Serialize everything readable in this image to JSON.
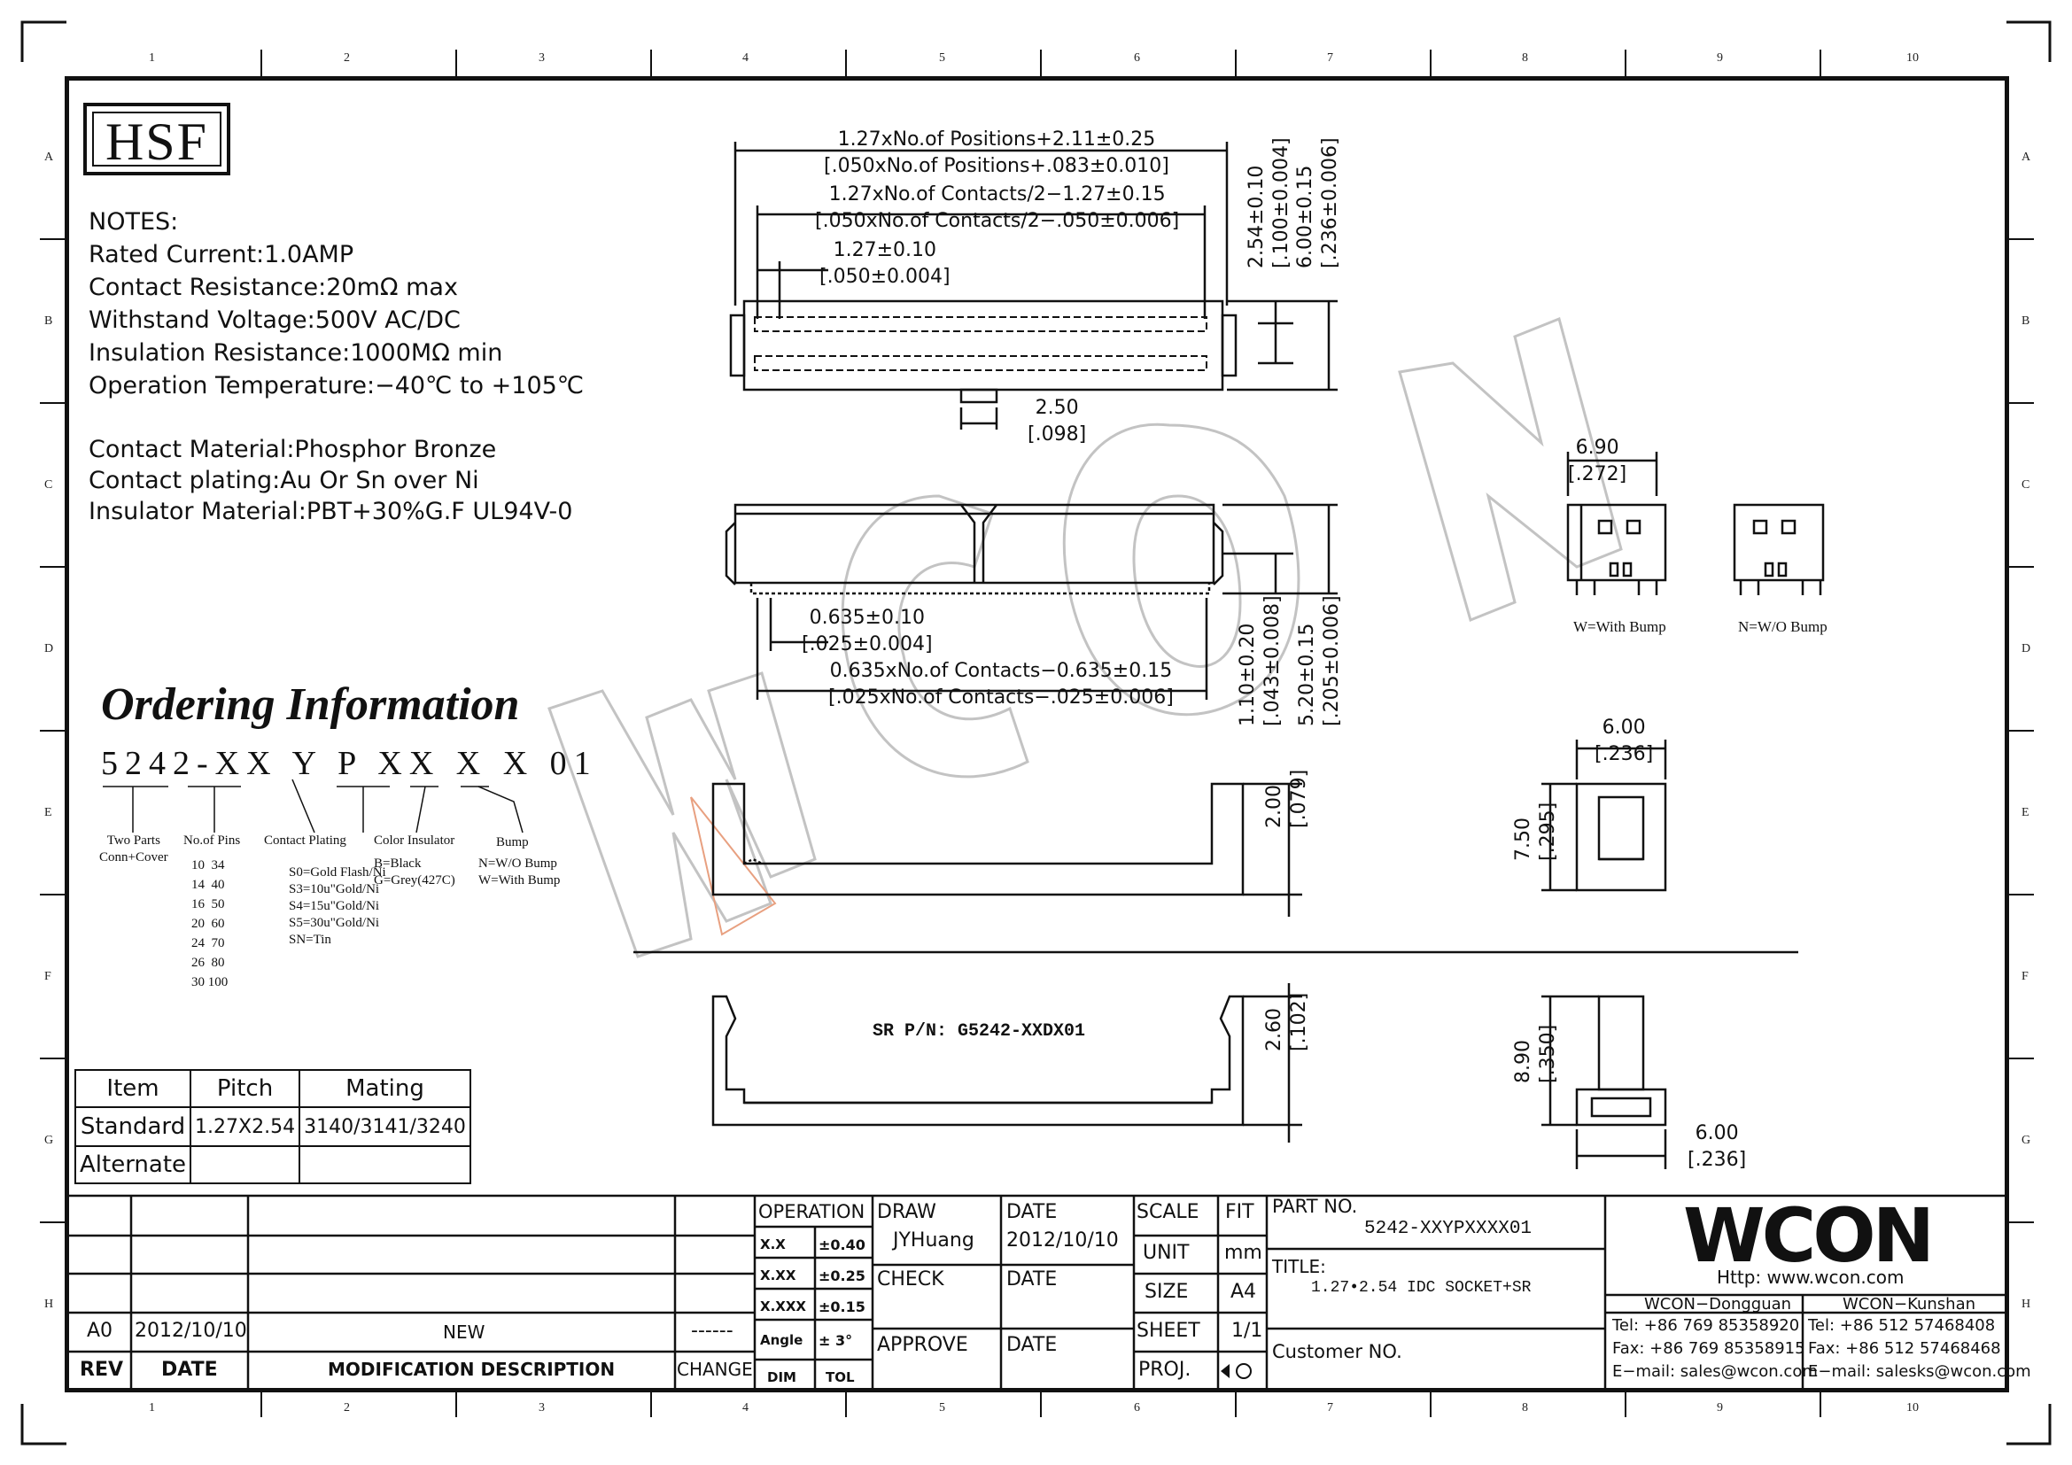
{
  "grid": {
    "cols": [
      "1",
      "2",
      "3",
      "4",
      "5",
      "6",
      "7",
      "8",
      "9",
      "10"
    ],
    "rows": [
      "A",
      "B",
      "C",
      "D",
      "E",
      "F",
      "G",
      "H"
    ]
  },
  "hsf_logo": "HSF",
  "notes": {
    "title": "NOTES:",
    "lines": [
      "Rated Current:1.0AMP",
      "Contact Resistance:20mΩ max",
      "Withstand Voltage:500V AC/DC",
      "Insulation Resistance:1000MΩ min",
      "Operation Temperature:−40℃ to +105℃"
    ],
    "material_lines": [
      "Contact Material:Phosphor Bronze",
      "Contact plating:Au Or Sn over Ni",
      "Insulator Material:PBT+30%G.F UL94V-0"
    ]
  },
  "ordering": {
    "title": "Ordering Information",
    "code": "5242-XX Y P XX X X 01",
    "two_parts": "Two Parts\nConn+Cover",
    "no_of_pins_label": "No.of Pins",
    "pins": "10  34\n14  40\n16  50\n20  60\n24  70\n26  80\n30 100",
    "contact_plating_label": "Contact Plating",
    "contact_plating": "S0=Gold Flash/Ni\nS3=10u\"Gold/Ni\nS4=15u\"Gold/Ni\nS5=30u\"Gold/Ni\nSN=Tin",
    "color_label": "Color Insulator",
    "color": "B=Black\nG=Grey(427C)",
    "bump_label": "Bump",
    "bump": "N=W/O Bump\nW=With Bump"
  },
  "spec_table": {
    "headers": [
      "Item",
      "Pitch",
      "Mating"
    ],
    "rows": [
      [
        "Standard",
        "1.27X2.54",
        "3140/3141/3240"
      ],
      [
        "Alternate",
        "",
        ""
      ]
    ]
  },
  "dims": {
    "d1": "1.27xNo.of Positions+2.11±0.25\n[.050xNo.of Positions+.083±0.010]",
    "d2": "1.27xNo.of Contacts/2−1.27±0.15\n[.050xNo.of Contacts/2−.050±0.006]",
    "d3": "1.27±0.10\n[.050±0.004]",
    "d4": "2.50\n[.098]",
    "d5": "2.54±0.10\n[.100±0.004]",
    "d6": "6.00±0.15\n[.236±0.006]",
    "d7": "0.635±0.10\n[.025±0.004]",
    "d8": "0.635xNo.of Contacts−0.635±0.15\n[.025xNo.of Contacts−.025±0.006]",
    "d9": "1.10±0.20\n[.043±0.008]",
    "d10": "5.20±0.15\n[.205±0.006]",
    "d11": "6.90\n[.272]",
    "d12": "2.00\n[.079]",
    "d13": "6.00\n[.236]",
    "d14": "7.50\n[.295]",
    "d15": "2.60\n[.102]",
    "d16": "8.90\n[.350]",
    "d17": "6.00\n[.236]"
  },
  "labels": {
    "with_bump": "W=With Bump",
    "wo_bump": "N=W/O Bump",
    "sr_pn": "SR P/N:  G5242-XXDX01",
    "watermark": "WCON"
  },
  "title_block": {
    "rev_row": {
      "rev": "A0",
      "date": "2012/10/10",
      "desc": "NEW",
      "change": "------"
    },
    "rev_headers": {
      "rev": "REV",
      "date": "DATE",
      "desc": "MODIFICATION DESCRIPTION",
      "change": "CHANGE"
    },
    "operation": "OPERATION",
    "tol": [
      [
        "X.X",
        "±0.40"
      ],
      [
        "X.XX",
        "±0.25"
      ],
      [
        "X.XXX",
        "±0.15"
      ],
      [
        "Angle",
        "± 3°"
      ],
      [
        "DIM",
        "TOL"
      ]
    ],
    "draw": "DRAW",
    "drawer": "JYHuang",
    "date_label": "DATE",
    "date_value": "2012/10/10",
    "check": "CHECK",
    "approve": "APPROVE",
    "scale": "SCALE",
    "scale_value": "FIT",
    "unit": "UNIT",
    "unit_value": "mm",
    "size": "SIZE",
    "size_value": "A4",
    "sheet": "SHEET",
    "sheet_value": "1/1",
    "proj": "PROJ.",
    "part_no_label": "PART NO.",
    "part_no": "5242-XXYPXXXX01",
    "title_label": "TITLE:",
    "title": "1.27•2.54 IDC SOCKET+SR",
    "customer_no": "Customer NO.",
    "company_logo": "WCON",
    "http": "Http:  www.wcon.com",
    "dongguan": {
      "name": "WCON−Dongguan",
      "tel": "Tel: +86 769 85358920",
      "fax": "Fax: +86 769 85358915",
      "email": "E−mail: sales@wcon.com"
    },
    "kunshan": {
      "name": "WCON−Kunshan",
      "tel": "Tel: +86 512 57468408",
      "fax": "Fax: +86 512 57468468",
      "email": "E−mail: salesks@wcon.com"
    }
  }
}
